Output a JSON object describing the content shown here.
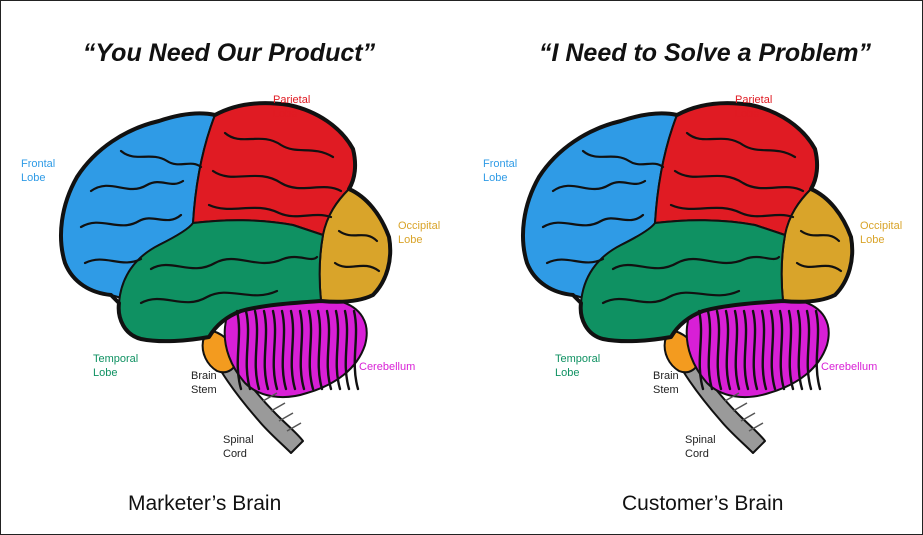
{
  "panels": [
    {
      "title": "“You Need Our Product”",
      "caption": "Marketer’s  Brain",
      "labels": {
        "frontal": "Frontal\nLobe",
        "parietal": "Parietal\nLobe",
        "occipital": "Occipital\nLobe",
        "temporal": "Temporal\nLobe",
        "cerebellum": "Cerebellum",
        "brain_stem": "Brain\nStem",
        "spinal_cord": "Spinal\nCord"
      }
    },
    {
      "title": "“I Need to Solve a Problem”",
      "caption": "Customer’s Brain",
      "labels": {
        "frontal": "Frontal\nLobe",
        "parietal": "Parietal\nLobe",
        "occipital": "Occipital\nLobe",
        "temporal": "Temporal\nLobe",
        "cerebellum": "Cerebellum",
        "brain_stem": "Brain\nStem",
        "spinal_cord": "Spinal\nCord"
      }
    }
  ],
  "colors": {
    "frontal": "#2f9be6",
    "parietal": "#e01b23",
    "occipital": "#d9a42a",
    "temporal": "#0f9162",
    "cerebellum": "#d81fd6",
    "brain_stem": "#f39b1f",
    "spinal_cord": "#9a9a9a",
    "frontal_label": "#2f9be6",
    "parietal_label": "#e01b23",
    "occipital_label": "#d9a42a",
    "temporal_label": "#0f9162",
    "cerebellum_label": "#d81fd6",
    "stem_label": "#222222"
  }
}
